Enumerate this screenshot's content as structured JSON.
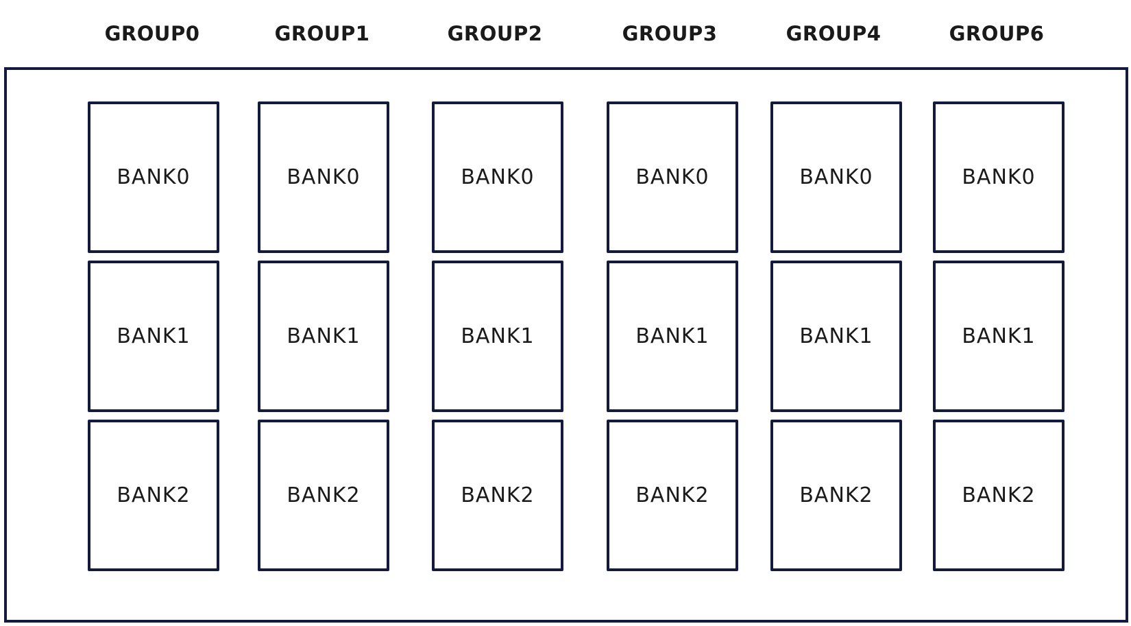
{
  "colors": {
    "border": "#141a3c",
    "text": "#1a1a1a",
    "background": "#ffffff"
  },
  "groups": [
    {
      "label": "GROUP0",
      "banks": [
        "BANK0",
        "BANK1",
        "BANK2"
      ]
    },
    {
      "label": "GROUP1",
      "banks": [
        "BANK0",
        "BANK1",
        "BANK2"
      ]
    },
    {
      "label": "GROUP2",
      "banks": [
        "BANK0",
        "BANK1",
        "BANK2"
      ]
    },
    {
      "label": "GROUP3",
      "banks": [
        "BANK0",
        "BANK1",
        "BANK2"
      ]
    },
    {
      "label": "GROUP4",
      "banks": [
        "BANK0",
        "BANK1",
        "BANK2"
      ]
    },
    {
      "label": "GROUP6",
      "banks": [
        "BANK0",
        "BANK1",
        "BANK2"
      ]
    }
  ]
}
